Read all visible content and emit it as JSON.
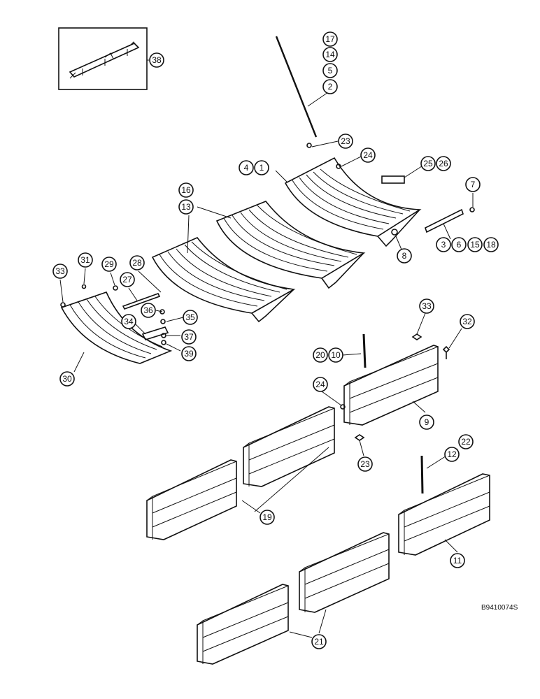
{
  "diagram": {
    "drawing_code": "B9410074S",
    "callouts": [
      "1",
      "2",
      "3",
      "4",
      "5",
      "6",
      "7",
      "8",
      "9",
      "10",
      "11",
      "12",
      "13",
      "14",
      "15",
      "16",
      "17",
      "18",
      "19",
      "20",
      "21",
      "22",
      "23",
      "23",
      "24",
      "24",
      "25",
      "26",
      "27",
      "28",
      "29",
      "30",
      "31",
      "32",
      "33",
      "33",
      "34",
      "35",
      "36",
      "37",
      "38",
      "39"
    ]
  }
}
